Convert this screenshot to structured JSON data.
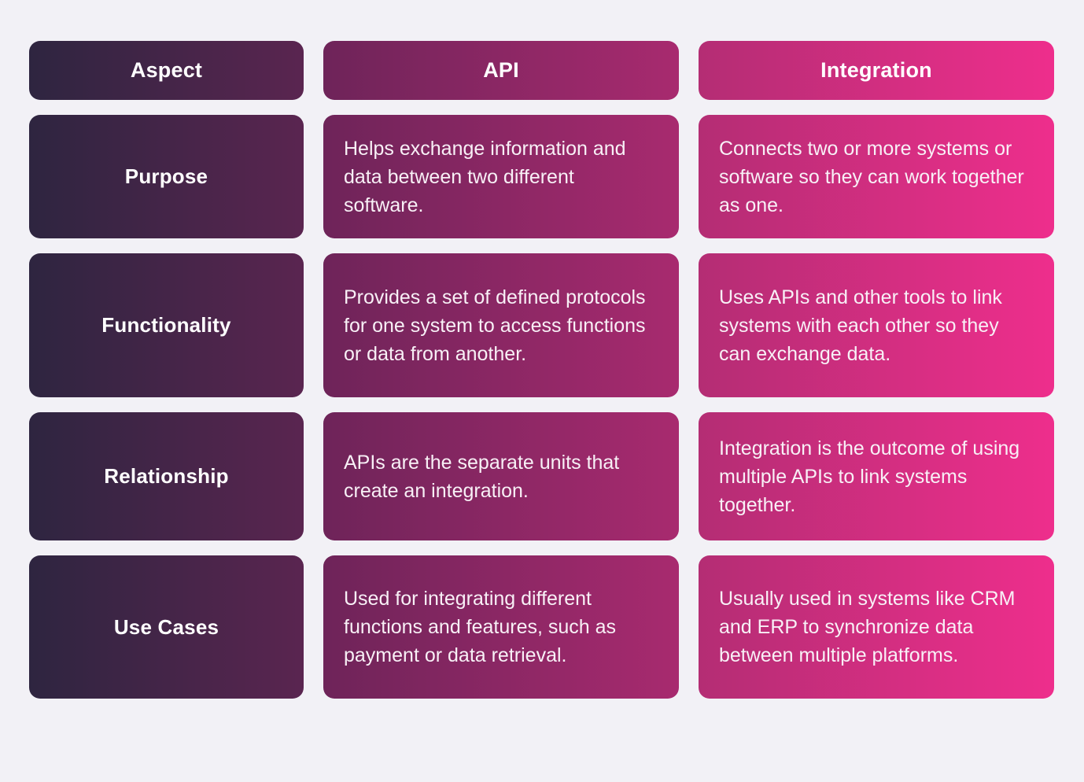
{
  "colors": {
    "background": "#f2f1f6",
    "text": "#f8f0f6",
    "col_aspect_start": "#2e2540",
    "col_aspect_end": "#5a2550",
    "col_api_start": "#6e2459",
    "col_api_end": "#a82a6f",
    "col_integration_start": "#b42d74",
    "col_integration_end": "#ee2e8c"
  },
  "grid": {
    "header": {
      "aspect": "Aspect",
      "api": "API",
      "integration": "Integration"
    },
    "rows": [
      {
        "aspect": "Purpose",
        "api": "Helps exchange information and data between two different software.",
        "integration": "Connects two or more systems or software so they can work together as one."
      },
      {
        "aspect": "Functionality",
        "api": "Provides a set of defined protocols for one system to access functions or data from another.",
        "integration": "Uses APIs and other tools to link systems with each other so they can exchange data."
      },
      {
        "aspect": "Relationship",
        "api": "APIs are the separate units that create an integration.",
        "integration": "Integration is the outcome of using multiple APIs to link systems together."
      },
      {
        "aspect": "Use Cases",
        "api": "Used for integrating different functions and features, such as payment or data retrieval.",
        "integration": "Usually used in systems like CRM and ERP to synchronize data between multiple platforms."
      }
    ]
  },
  "chart_data": {
    "type": "table",
    "title": "",
    "columns": [
      "Aspect",
      "API",
      "Integration"
    ],
    "rows": [
      [
        "Purpose",
        "Helps exchange information and data between two different software.",
        "Connects two or more systems or software so they can work together as one."
      ],
      [
        "Functionality",
        "Provides a set of defined protocols for one system to access functions or data from another.",
        "Uses APIs and other tools to link systems with each other so they can exchange data."
      ],
      [
        "Relationship",
        "APIs are the separate units that create an integration.",
        "Integration is the outcome of using multiple APIs to link systems together."
      ],
      [
        "Use Cases",
        "Used for integrating different functions and features, such as payment or data retrieval.",
        "Usually used in systems like CRM and ERP to synchronize data between multiple platforms."
      ]
    ],
    "layout_hints": {
      "header_row": true,
      "first_column_is_row_label": true,
      "cell_style": "rounded gradient cards, white text, light gray page background"
    }
  }
}
